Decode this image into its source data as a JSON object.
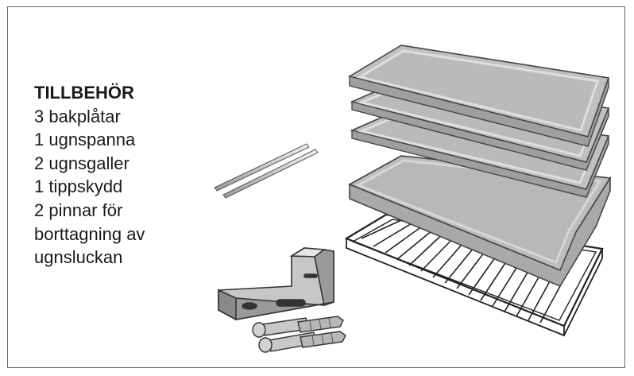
{
  "accessories": {
    "title": "TILLBEHÖR",
    "items": [
      "3 bakplåtar",
      "1 ugnspanna",
      "2 ugnsgaller",
      "1 tippskydd",
      "2 pinnar för",
      "borttagning av",
      "ugnsluckan"
    ]
  },
  "colors": {
    "frame": "#666666",
    "tray_fill": "#bcbcbc",
    "tray_rim": "#d9d9d9",
    "outline": "#333333"
  }
}
